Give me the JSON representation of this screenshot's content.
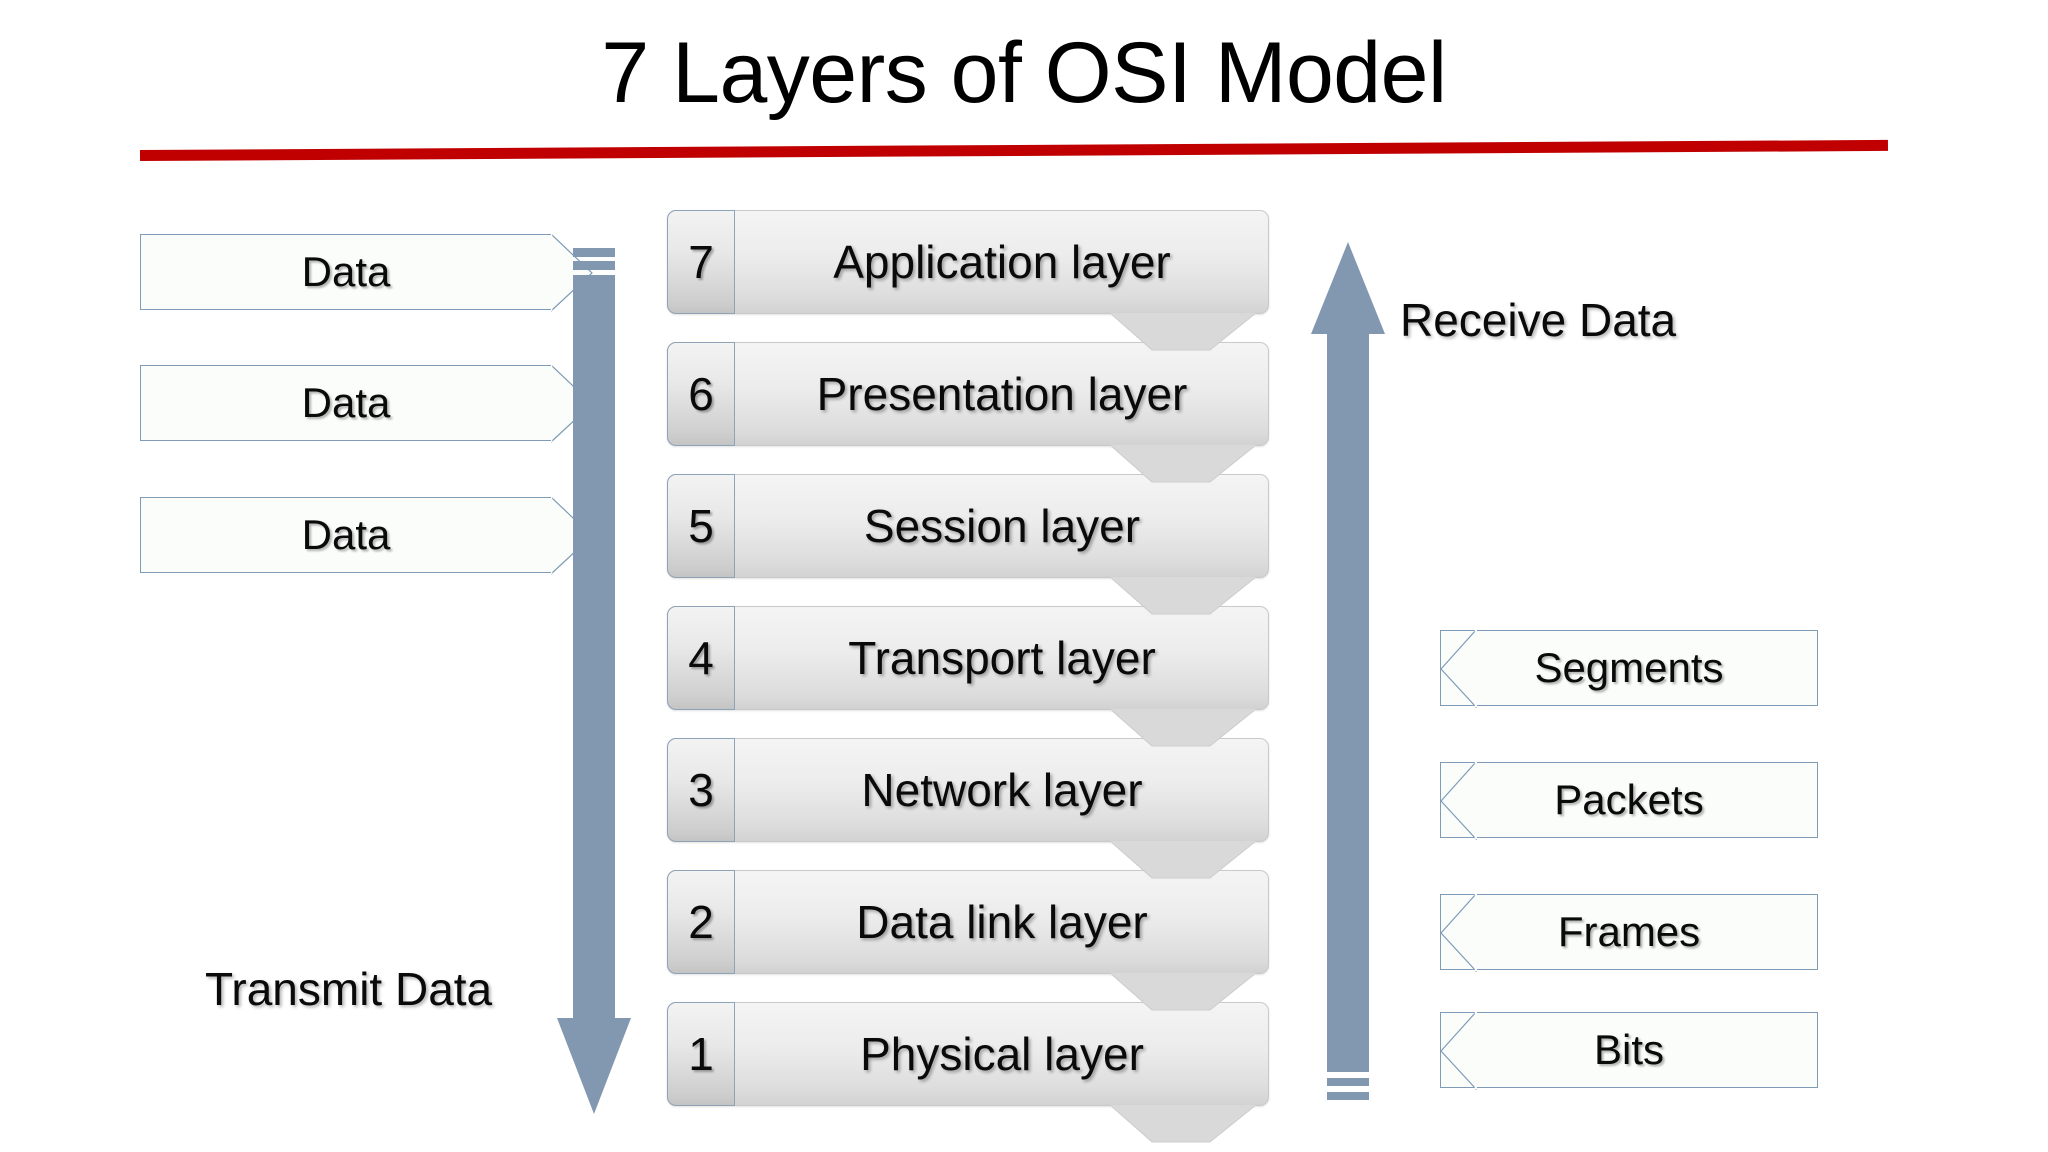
{
  "title": "7 Layers of OSI Model",
  "accent_color": "#c00000",
  "arrow_color": "#8298b0",
  "outline_color": "#7f9bb6",
  "layers": [
    {
      "number": "7",
      "name": "Application layer"
    },
    {
      "number": "6",
      "name": "Presentation layer"
    },
    {
      "number": "5",
      "name": "Session layer"
    },
    {
      "number": "4",
      "name": "Transport layer"
    },
    {
      "number": "3",
      "name": "Network layer"
    },
    {
      "number": "2",
      "name": "Data link layer"
    },
    {
      "number": "1",
      "name": "Physical layer"
    }
  ],
  "left_units": [
    {
      "label": "Data"
    },
    {
      "label": "Data"
    },
    {
      "label": "Data"
    }
  ],
  "right_units": [
    {
      "label": "Segments"
    },
    {
      "label": "Packets"
    },
    {
      "label": "Frames"
    },
    {
      "label": "Bits"
    }
  ],
  "transmit_label": "Transmit Data",
  "receive_label": "Receive Data"
}
